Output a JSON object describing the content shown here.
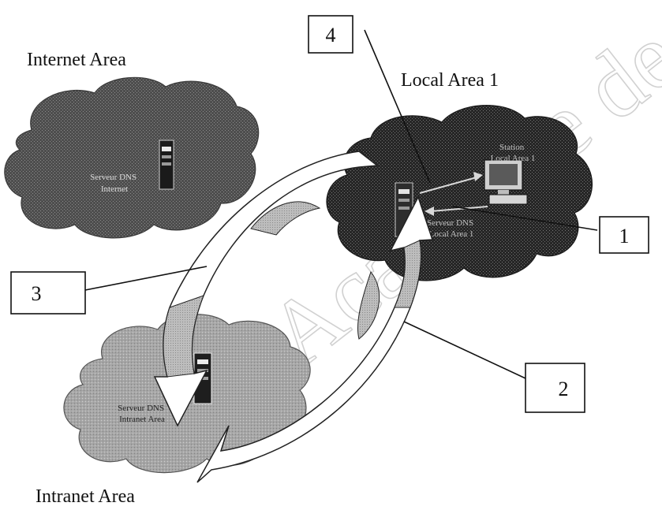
{
  "areas": {
    "internet": "Internet Area",
    "local": "Local Area 1",
    "intranet": "Intranet Area"
  },
  "servers": {
    "internet": [
      "Serveur DNS",
      "Internet"
    ],
    "local": [
      "Serveur DNS",
      "Local Area 1"
    ],
    "intranet": [
      "Serveur DNS",
      "Intranet Area"
    ],
    "station": [
      "Station",
      "Local Area 1"
    ]
  },
  "callouts": {
    "one": "1",
    "two": "2",
    "three": "3",
    "four": "4"
  },
  "watermark": "Académie de Montpellier",
  "colors": {
    "internet_cloud": "#4e4e4e",
    "local_cloud": "#2b2b2b",
    "intranet_cloud": "#a3a3a3",
    "arrow_fill": "#ffffff",
    "arrow_shade": "#a8a8a8"
  },
  "icons": [
    "server-icon",
    "computer-icon"
  ]
}
